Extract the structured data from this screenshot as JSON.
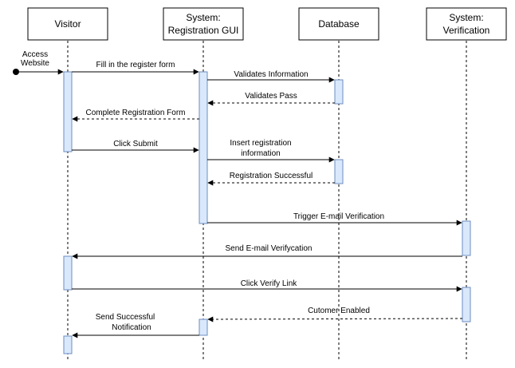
{
  "participants": {
    "visitor": {
      "line1": "Visitor",
      "line2": ""
    },
    "gui": {
      "line1": "System:",
      "line2": "Registration GUI"
    },
    "database": {
      "line1": "Database",
      "line2": ""
    },
    "verification": {
      "line1": "System:",
      "line2": "Verification"
    }
  },
  "start": {
    "line1": "Access",
    "line2": "Website"
  },
  "messages": {
    "fill_form": {
      "line1": "Fill in the register form",
      "line2": ""
    },
    "validates_info": {
      "line1": "Validates Information",
      "line2": ""
    },
    "validates_pass": {
      "line1": "Validates Pass",
      "line2": ""
    },
    "complete_form": {
      "line1": "Complete Registration Form",
      "line2": ""
    },
    "click_submit": {
      "line1": "Click Submit",
      "line2": ""
    },
    "insert_info": {
      "line1": "Insert registration",
      "line2": "information"
    },
    "reg_success": {
      "line1": "Registration Successful",
      "line2": ""
    },
    "trigger_email": {
      "line1": "Trigger E-mail Verification",
      "line2": ""
    },
    "send_email": {
      "line1": "Send E-mail Verifycation",
      "line2": ""
    },
    "click_verify": {
      "line1": "Click Verify Link",
      "line2": ""
    },
    "customer_enabled": {
      "line1": "Cutomer Enabled",
      "line2": ""
    },
    "send_success": {
      "line1": "Send Successful",
      "line2": "Notification"
    }
  }
}
